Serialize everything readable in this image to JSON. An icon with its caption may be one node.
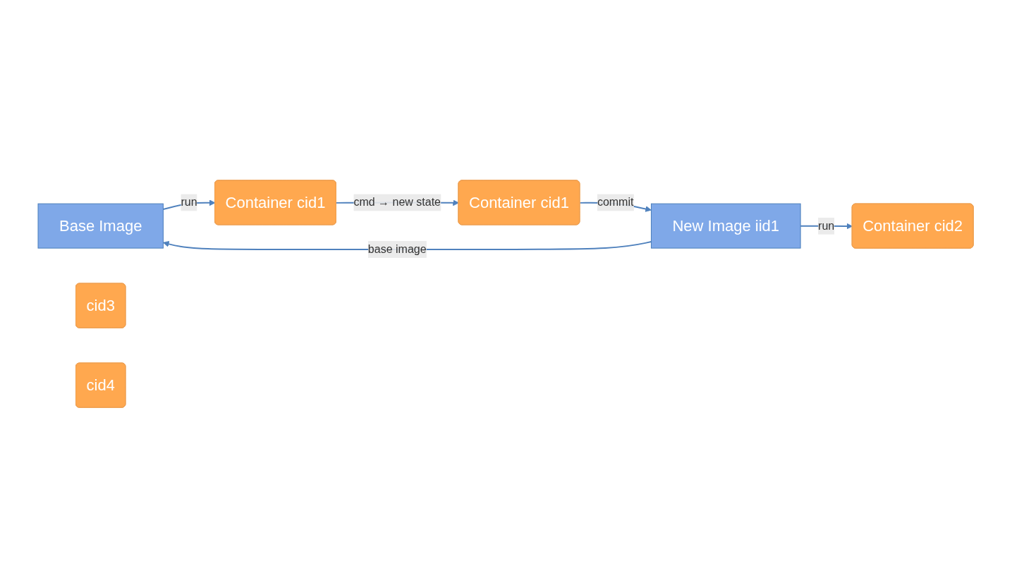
{
  "diagram": {
    "nodes": [
      {
        "text": [
          "Base Image"
        ]
      },
      {
        "text": [
          "Container cid1"
        ]
      },
      {
        "text": [
          "New Image iid1"
        ]
      },
      {
        "text": [
          "Container cid1"
        ]
      },
      {
        "text": [
          "Container cid2"
        ]
      },
      {
        "text": [
          "cid3"
        ]
      },
      {
        "text": [
          "cid4"
        ]
      }
    ],
    "edges": [
      {
        "from": 0,
        "to": 1,
        "arrow": "to",
        "label": "run"
      },
      {
        "from": 1,
        "to": 3,
        "arrow": "to",
        "label": "cmd → new state"
      },
      {
        "from": 3,
        "to": 2,
        "arrow": "to",
        "label": "commit"
      },
      {
        "from": 2,
        "to": 0,
        "arrow": "to",
        "label": "base image"
      },
      {
        "from": 2,
        "to": 4,
        "arrow": "to",
        "label": "run"
      }
    ]
  }
}
